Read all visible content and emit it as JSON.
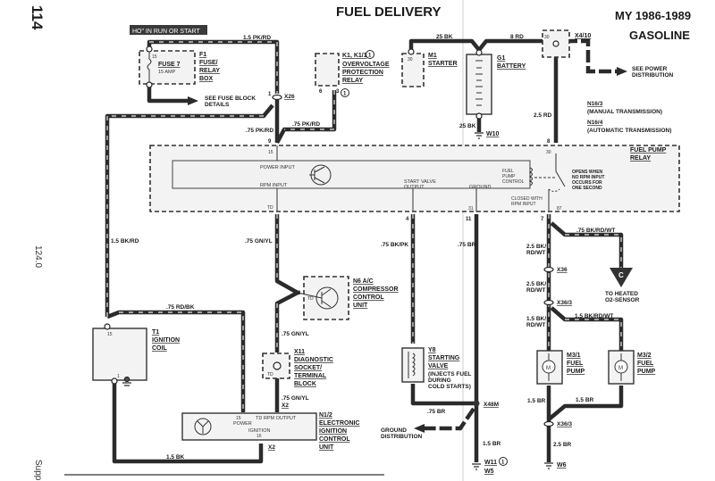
{
  "page": {
    "title": "FUEL DELIVERY",
    "model_years": "MY 1986-1989",
    "fuel_type": "GASOLINE",
    "page_number": "114",
    "chassis_code": "124.0",
    "margin_text": "Suppl"
  },
  "power_source": {
    "label": "HO\" IN RUN OR START"
  },
  "components": {
    "f1": {
      "id": "F1",
      "name_lines": [
        "FUSE/",
        "RELAY",
        "BOX"
      ],
      "fuse": "FUSE 7",
      "rating": "15 AMP",
      "pin": "15"
    },
    "k1": {
      "id": "K1, K1/1",
      "note": "1",
      "name_lines": [
        "OVERVOLTAGE",
        "PROTECTION",
        "RELAY"
      ],
      "pins": [
        "6",
        "3"
      ],
      "pin_note": "1"
    },
    "m1": {
      "id": "M1",
      "name": "STARTER",
      "pin": "30"
    },
    "g1": {
      "id": "G1",
      "name": "BATTERY"
    },
    "x4_10": {
      "id": "X4/10",
      "pin": "30"
    },
    "n16": {
      "n16_3": "N16/3",
      "n16_3_desc": "(MANUAL TRANSMISSION)",
      "n16_4": "N16/4",
      "n16_4_desc": "(AUTOMATIC TRANSMISSION)"
    },
    "fuel_pump_relay": {
      "name_lines": [
        "FUEL PUMP",
        "RELAY"
      ],
      "power_input": "POWER INPUT",
      "rpm_input": "RPM INPUT",
      "start_valve_output": [
        "START VALVE",
        "OUTPUT"
      ],
      "ground": "GROUND",
      "pump_control": [
        "FUEL",
        "PUMP",
        "CONTROL"
      ],
      "opens_note": [
        "OPENS WHEN",
        "NO RPM INPUT",
        "OCCURS FOR",
        "ONE SECOND"
      ],
      "closed_note": [
        "CLOSED WITH",
        "RPM INPUT"
      ],
      "pins": {
        "p15": "15",
        "pTD": "TD",
        "p30": "30",
        "p87": "87",
        "p31": "31"
      }
    },
    "n6": {
      "id": "N6 A/C",
      "name_lines": [
        "COMPRESSOR",
        "CONTROL",
        "UNIT"
      ],
      "pin": "2",
      "td": "TD"
    },
    "x11": {
      "id": "X11",
      "name_lines": [
        "DIAGNOSTIC",
        "SOCKET/",
        "TERMINAL",
        "BLOCK"
      ],
      "td": "TD"
    },
    "t1": {
      "id": "T1",
      "name_lines": [
        "IGNITION",
        "COIL"
      ],
      "pin15": "15",
      "pin1": "1"
    },
    "n1_2": {
      "id": "N1/2",
      "name_lines": [
        "ELECTRONIC",
        "IGNITION",
        "CONTROL",
        "UNIT"
      ],
      "power": "POWER",
      "pin15": "15",
      "td_rpm": "TD RPM OUTPUT",
      "ignition": "IGNITION",
      "pin16": "16",
      "connector": "X2"
    },
    "y8": {
      "id": "Y8",
      "name_lines": [
        "STARTING",
        "VALVE",
        "(INJECTS FUEL",
        "DURING",
        "COLD STARTS)"
      ]
    },
    "m3_1": {
      "id": "M3/1",
      "name_lines": [
        "FUEL",
        "PUMP"
      ]
    },
    "m3_2": {
      "id": "M3/2",
      "name_lines": [
        "FUEL",
        "PUMP"
      ]
    }
  },
  "connectors": {
    "x26": "X26",
    "x26_pin": "1",
    "relay_pin9": "9",
    "relay_pin8": "8",
    "relay_pin4": "4",
    "relay_pin11": "11",
    "relay_pin7": "7",
    "x2_upper": "X2",
    "x36": "X36",
    "x36_3a": "X36/3",
    "x36_3b": "X36/3",
    "x48m": "X48M"
  },
  "grounds": {
    "w10": "W10",
    "w11": "W11",
    "w11_note": "1",
    "w5": "W5",
    "w6": "W6"
  },
  "wires": {
    "w_1_5_pkrd": "1.5 PK/RD",
    "w_75_pkrd_a": ".75 PK/RD",
    "w_75_pkrd_b": ".75 PK/RD",
    "w_25bk_top": "25 BK",
    "w_8rd": "8 RD",
    "w_25bk_bot": "25 BK",
    "w_2_5rd": "2.5 RD",
    "w_1_5bkrd": "1.5 BK/RD",
    "w_75gnyl_a": ".75 GN/YL",
    "w_75gnyl_b": ".75 GN/YL",
    "w_75gnyl_c": ".75 GN/YL",
    "w_75rdbk": ".75 RD/BK",
    "w_1_5bk": "1.5 BK",
    "w_75bkpk": ".75 BK/PK",
    "w_75br_a": ".75 BR",
    "w_75br_b": ".75 BR",
    "w_1_5br": "1.5 BR",
    "w_75bkrdwt": ".75 BK/RD/WT",
    "w_2_5bkrdwt_a": [
      "2.5 BK/",
      "RD/WT"
    ],
    "w_2_5bkrdwt_b": [
      "2.5 BK/",
      "RD/WT"
    ],
    "w_1_5bkrdwt_a": [
      "1.5 BK/",
      "RD/WT"
    ],
    "w_1_5bkrdwt_b": "1.5 BK/RD/WT",
    "w_1_5br_m1": "1.5 BR",
    "w_1_5br_m2": "1.5 BR",
    "w_2_5br": "2.5 BR"
  },
  "references": {
    "fuse_block": [
      "SEE FUSE BLOCK",
      "DETAILS"
    ],
    "power_dist": [
      "SEE POWER",
      "DISTRIBUTION"
    ],
    "ground_dist": [
      "GROUND",
      "DISTRIBUTION"
    ],
    "heated_o2": [
      "TO HEATED",
      "O2-SENSOR"
    ],
    "connector_c": "C"
  }
}
